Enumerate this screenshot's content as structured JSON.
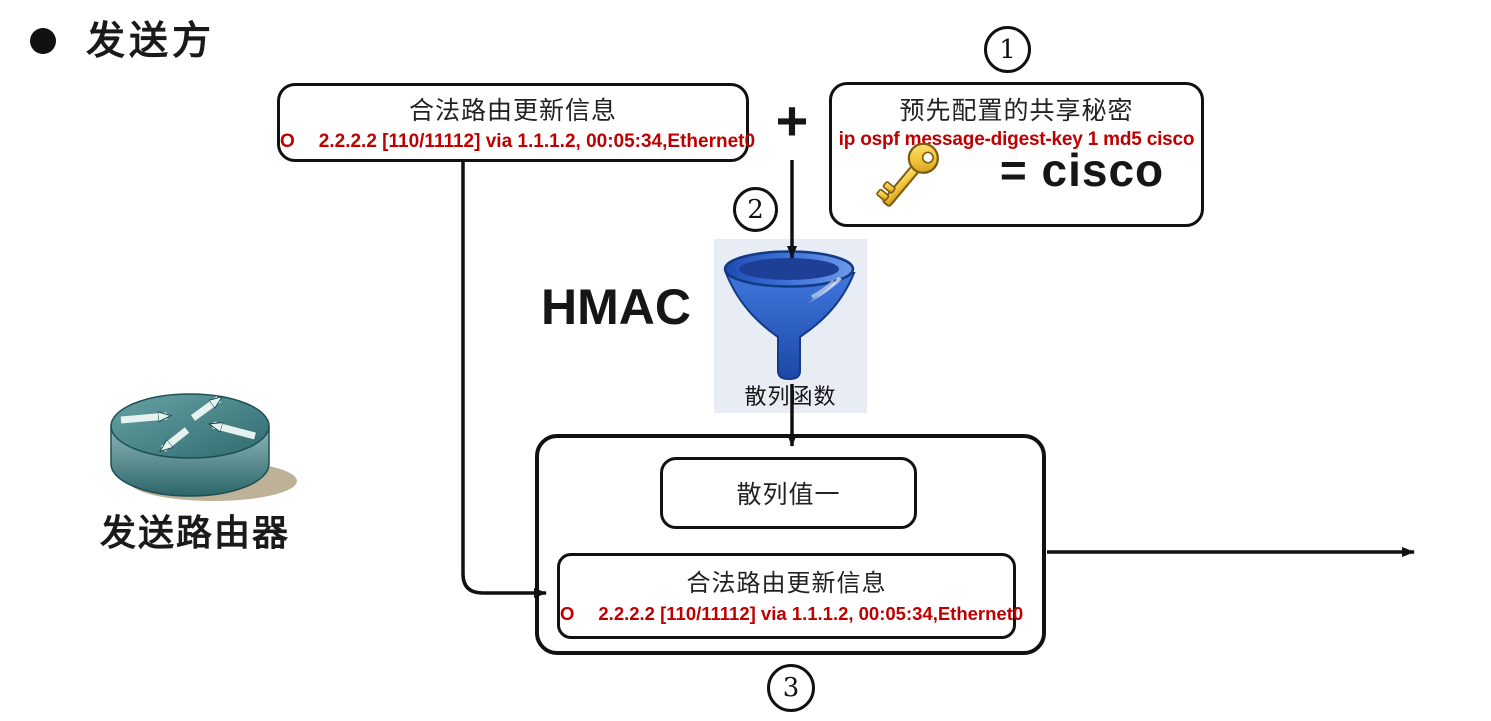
{
  "header": {
    "bullet_label": "发送方"
  },
  "router": {
    "label": "发送路由器"
  },
  "top_route_box": {
    "title": "合法路由更新信息",
    "prefix": "O",
    "detail": "2.2.2.2 [110/11112] via 1.1.1.2, 00:05:34,Ethernet0"
  },
  "operators": {
    "plus": "+"
  },
  "steps": {
    "one": "1",
    "two": "2",
    "three": "3"
  },
  "secret_box": {
    "title": "预先配置的共享秘密",
    "command": "ip ospf message-digest-key 1 md5 cisco",
    "key_equals": "= cisco"
  },
  "hmac": {
    "label": "HMAC",
    "hash_function_label": "散列函数"
  },
  "output_box": {
    "hash_value_label": "散列值一",
    "route_title": "合法路由更新信息",
    "route_prefix": "O",
    "route_detail": "2.2.2.2 [110/11112] via 1.1.1.2, 00:05:34,Ethernet0"
  },
  "colors": {
    "accent_red": "#C00000",
    "outline_black": "#111111",
    "funnel_blue": "#2F64CF",
    "key_gold": "#F5C63A",
    "router_teal": "#4A8D91"
  }
}
